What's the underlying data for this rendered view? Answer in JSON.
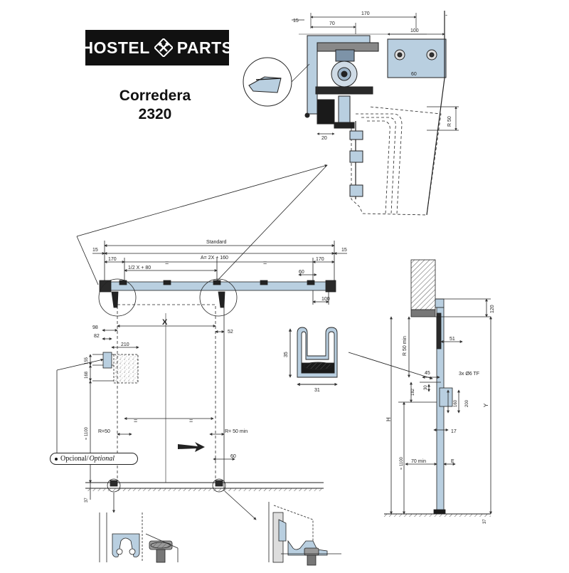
{
  "logo": {
    "left_word": "HOSTEL",
    "right_word": "PARTS",
    "mark_icon": "crossed-tools-icon"
  },
  "title": {
    "line1": "Corredera",
    "line2": "2320"
  },
  "optional_label": {
    "es": "Opcional",
    "separator": "/",
    "en": "Optional"
  },
  "detail_top": {
    "d15": "15",
    "d170": "170",
    "d70": "70",
    "d100": "100",
    "d60": "60",
    "dR50": "R 50",
    "d20": "20",
    "dash": "-"
  },
  "front_view": {
    "standard": "Standard",
    "d15_left": "15",
    "d15_right": "15",
    "formula": "A= 2X + 160",
    "d170_left": "170",
    "d170_right": "170",
    "half_x": "1/2 X + 80",
    "eq": "=",
    "d60": "60",
    "d100": "100",
    "x": "X",
    "d98": "98",
    "d82": "82",
    "d210": "210",
    "d52": "52",
    "d155": "155",
    "d168": "168",
    "r50": "R=50",
    "r50min": "R= 50 min",
    "d1100": "≈ 1100",
    "d60_bottom": "60",
    "d37": "37"
  },
  "profile": {
    "d35": "35",
    "d31": "31"
  },
  "side_view": {
    "d120": "120",
    "r50min": "R 50 min",
    "d51": "51",
    "d45": "45",
    "holes": "3x Ø6 TF",
    "d30": "30",
    "d182": "182",
    "d160": "160",
    "d200": "200",
    "d17": "17",
    "h": "H",
    "y": "Y",
    "d1100": "≈ 1100",
    "d70min": "70 min",
    "e": "E",
    "d37": "37"
  },
  "colors": {
    "profile_blue": "#b9cfe0",
    "ink": "#1a1a1a",
    "dim": "#333333",
    "dark": "#2a2a2a"
  }
}
